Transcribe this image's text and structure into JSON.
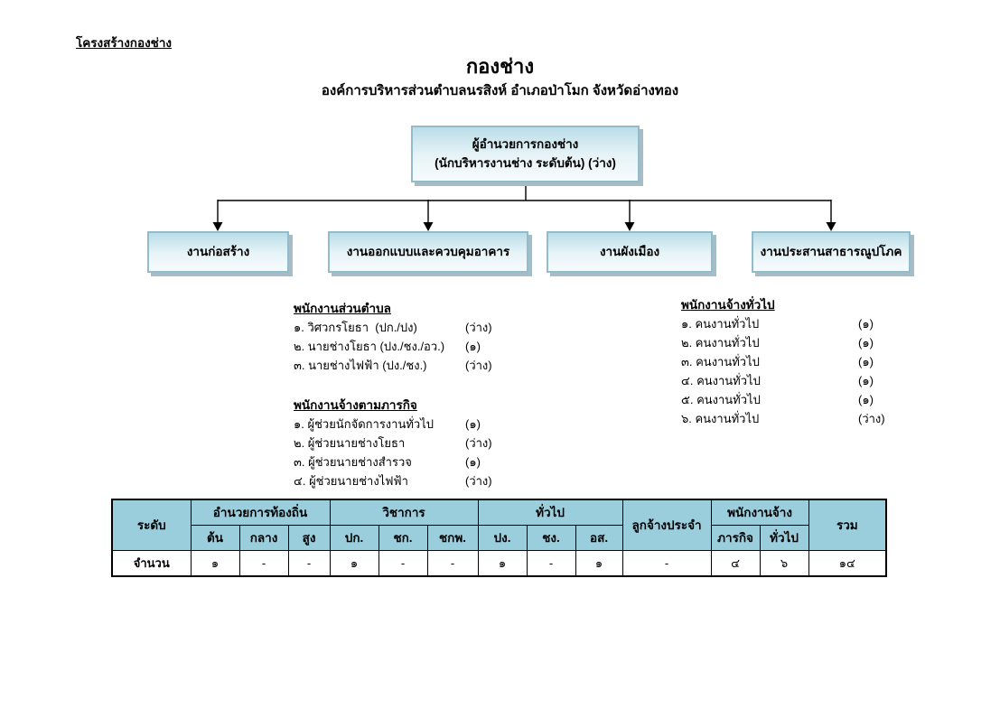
{
  "page": {
    "doc_label": "โครงสร้างกองช่าง",
    "title": "กองช่าง",
    "subtitle": "องค์การบริหารส่วนตำบลนรสิงห์ อำเภอป่าโมก จังหวัดอ่างทอง"
  },
  "org_chart": {
    "root": {
      "line1": "ผู้อำนวยการกองช่าง",
      "line2": "(นักบริหารงานช่าง ระดับต้น) (ว่าง)"
    },
    "children": [
      "งานก่อสร้าง",
      "งานออกแบบและควบคุมอาคาร",
      "งานผังเมือง",
      "งานประสานสาธารณูปโภค"
    ]
  },
  "staff_lists": {
    "municipal": {
      "heading": "พนักงานส่วนตำบล",
      "items": [
        {
          "label": "๑. วิศวกรโยธา  (ปก./ปง)",
          "count": "(ว่าง)"
        },
        {
          "label": "๒. นายช่างโยธา (ปง./ชง./อว.)",
          "count": "(๑)"
        },
        {
          "label": "๓. นายช่างไฟฟ้า (ปง./ชง.)",
          "count": "(ว่าง)"
        }
      ]
    },
    "mission": {
      "heading": "พนักงานจ้างตามภารกิจ",
      "items": [
        {
          "label": "๑. ผู้ช่วยนักจัดการงานทั่วไป",
          "count": "(๑)"
        },
        {
          "label": "๒. ผู้ช่วยนายช่างโยธา",
          "count": "(ว่าง)"
        },
        {
          "label": "๓. ผู้ช่วยนายช่างสำรวจ",
          "count": "(๑)"
        },
        {
          "label": "๔. ผู้ช่วยนายช่างไฟฟ้า",
          "count": "(ว่าง)"
        }
      ]
    },
    "general": {
      "heading": "พนักงานจ้างทั่วไป",
      "items": [
        {
          "label": "๑. คนงานทั่วไป",
          "count": "(๑)"
        },
        {
          "label": "๒. คนงานทั่วไป",
          "count": "(๑)"
        },
        {
          "label": "๓. คนงานทั่วไป",
          "count": "(๑)"
        },
        {
          "label": "๔. คนงานทั่วไป",
          "count": "(๑)"
        },
        {
          "label": "๕. คนงานทั่วไป",
          "count": "(๑)"
        },
        {
          "label": "๖. คนงานทั่วไป",
          "count": "(ว่าง)"
        }
      ]
    }
  },
  "summary_table": {
    "row_label_header": "ระดับ",
    "groups": [
      {
        "label": "อำนวยการท้องถิ่น",
        "cols": [
          "ต้น",
          "กลาง",
          "สูง"
        ]
      },
      {
        "label": "วิชาการ",
        "cols": [
          "ปก.",
          "ชก.",
          "ชกพ."
        ]
      },
      {
        "label": "ทั่วไป",
        "cols": [
          "ปง.",
          "ชง.",
          "อส."
        ]
      },
      {
        "label": "ลูกจ้างประจำ",
        "cols": []
      },
      {
        "label": "พนักงานจ้าง",
        "cols": [
          "ภารกิจ",
          "ทั่วไป"
        ]
      },
      {
        "label": "รวม",
        "cols": []
      }
    ],
    "data_row": {
      "label": "จำนวน",
      "values": [
        "๑",
        "-",
        "-",
        "๑",
        "-",
        "-",
        "๑",
        "-",
        "๑",
        "-",
        "๔",
        "๖",
        "๑๔"
      ]
    }
  },
  "colors": {
    "box_border": "#92BCCB",
    "box_fill_top": "#BADDE8",
    "box_fill_bottom": "#F7FBFD",
    "box_shadow": "#A6BDC8",
    "table_header_bg": "#9BCEDC",
    "line_color": "#000000"
  }
}
